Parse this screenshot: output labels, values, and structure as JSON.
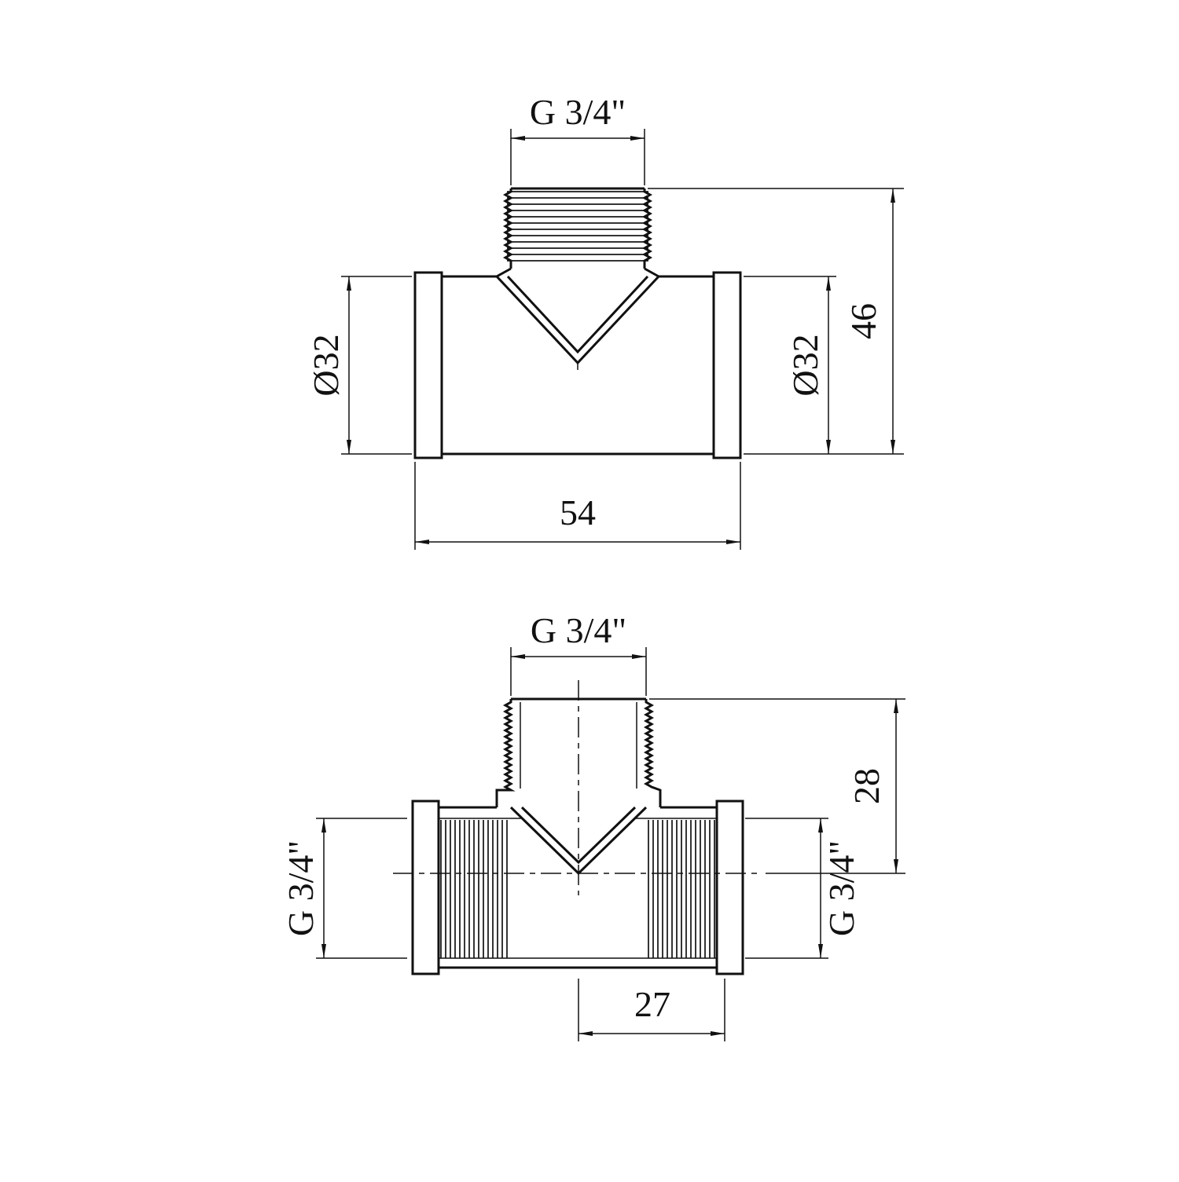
{
  "page": {
    "background": "#ffffff",
    "ink": "#111111",
    "description": "Technical dimension drawing of a threaded pipe tee fitting, two views"
  },
  "front_view": {
    "top_thread": "G 3/4\"",
    "left_diameter": "Ø32",
    "right_diameter": "Ø32",
    "height": "46",
    "width": "54"
  },
  "section_view": {
    "top_thread": "G 3/4\"",
    "left_thread": "G 3/4\"",
    "right_thread": "G 3/4\"",
    "branch_height": "28",
    "half_width": "27"
  }
}
